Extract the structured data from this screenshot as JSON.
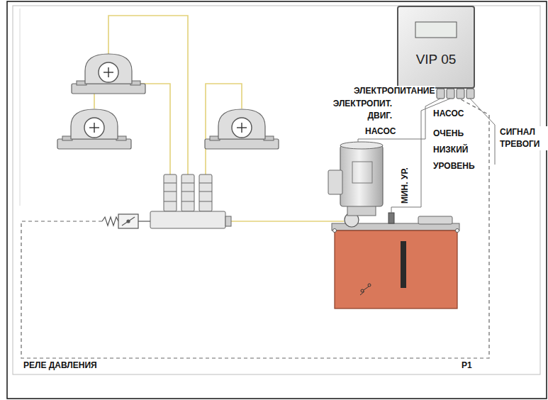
{
  "diagram": {
    "nodes": [
      {
        "text": [
          "VIP 05"
        ]
      }
    ],
    "labels": [
      "ЭЛЕКТРОПИТАНИЕ",
      "ЭЛЕКТРОПИТ. ДВИГ.",
      "НАСОС",
      "НАСОС",
      "ОЧЕНЬ НИЗКИЙ УРОВЕНЬ",
      "СИГНАЛ ТРЕВОГИ",
      "МИН. УР.",
      "РЕЛЕ ДАВЛЕНИЯ",
      "P1"
    ]
  }
}
